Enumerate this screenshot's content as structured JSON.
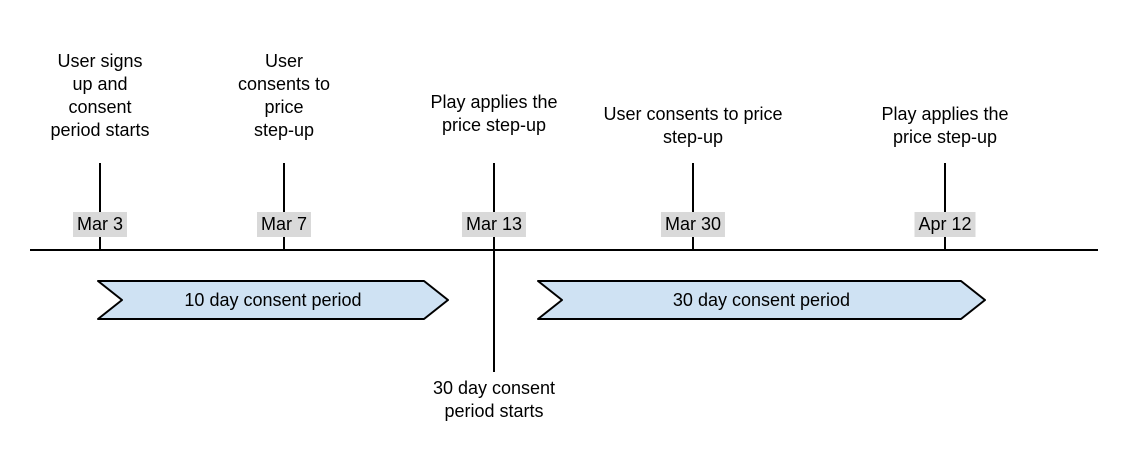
{
  "diagram": {
    "type": "timeline",
    "events": [
      {
        "label": "User signs\nup and\nconsent\nperiod starts",
        "date": "Mar 3"
      },
      {
        "label": "User\nconsents to\nprice\nstep-up",
        "date": "Mar 7"
      },
      {
        "label": "Play applies the\nprice step-up",
        "date": "Mar 13",
        "note": "30 day consent\nperiod starts"
      },
      {
        "label": "User consents to price\nstep-up",
        "date": "Mar 30"
      },
      {
        "label": "Play applies the\nprice step-up",
        "date": "Apr 12"
      }
    ],
    "periods": [
      {
        "label": "10 day consent period"
      },
      {
        "label": "30 day consent period"
      }
    ],
    "colors": {
      "period_fill": "#cfe2f3",
      "period_border": "#000000",
      "date_highlight_bg": "#d9d9d9",
      "axis_line": "#000000",
      "text": "#000000"
    }
  }
}
